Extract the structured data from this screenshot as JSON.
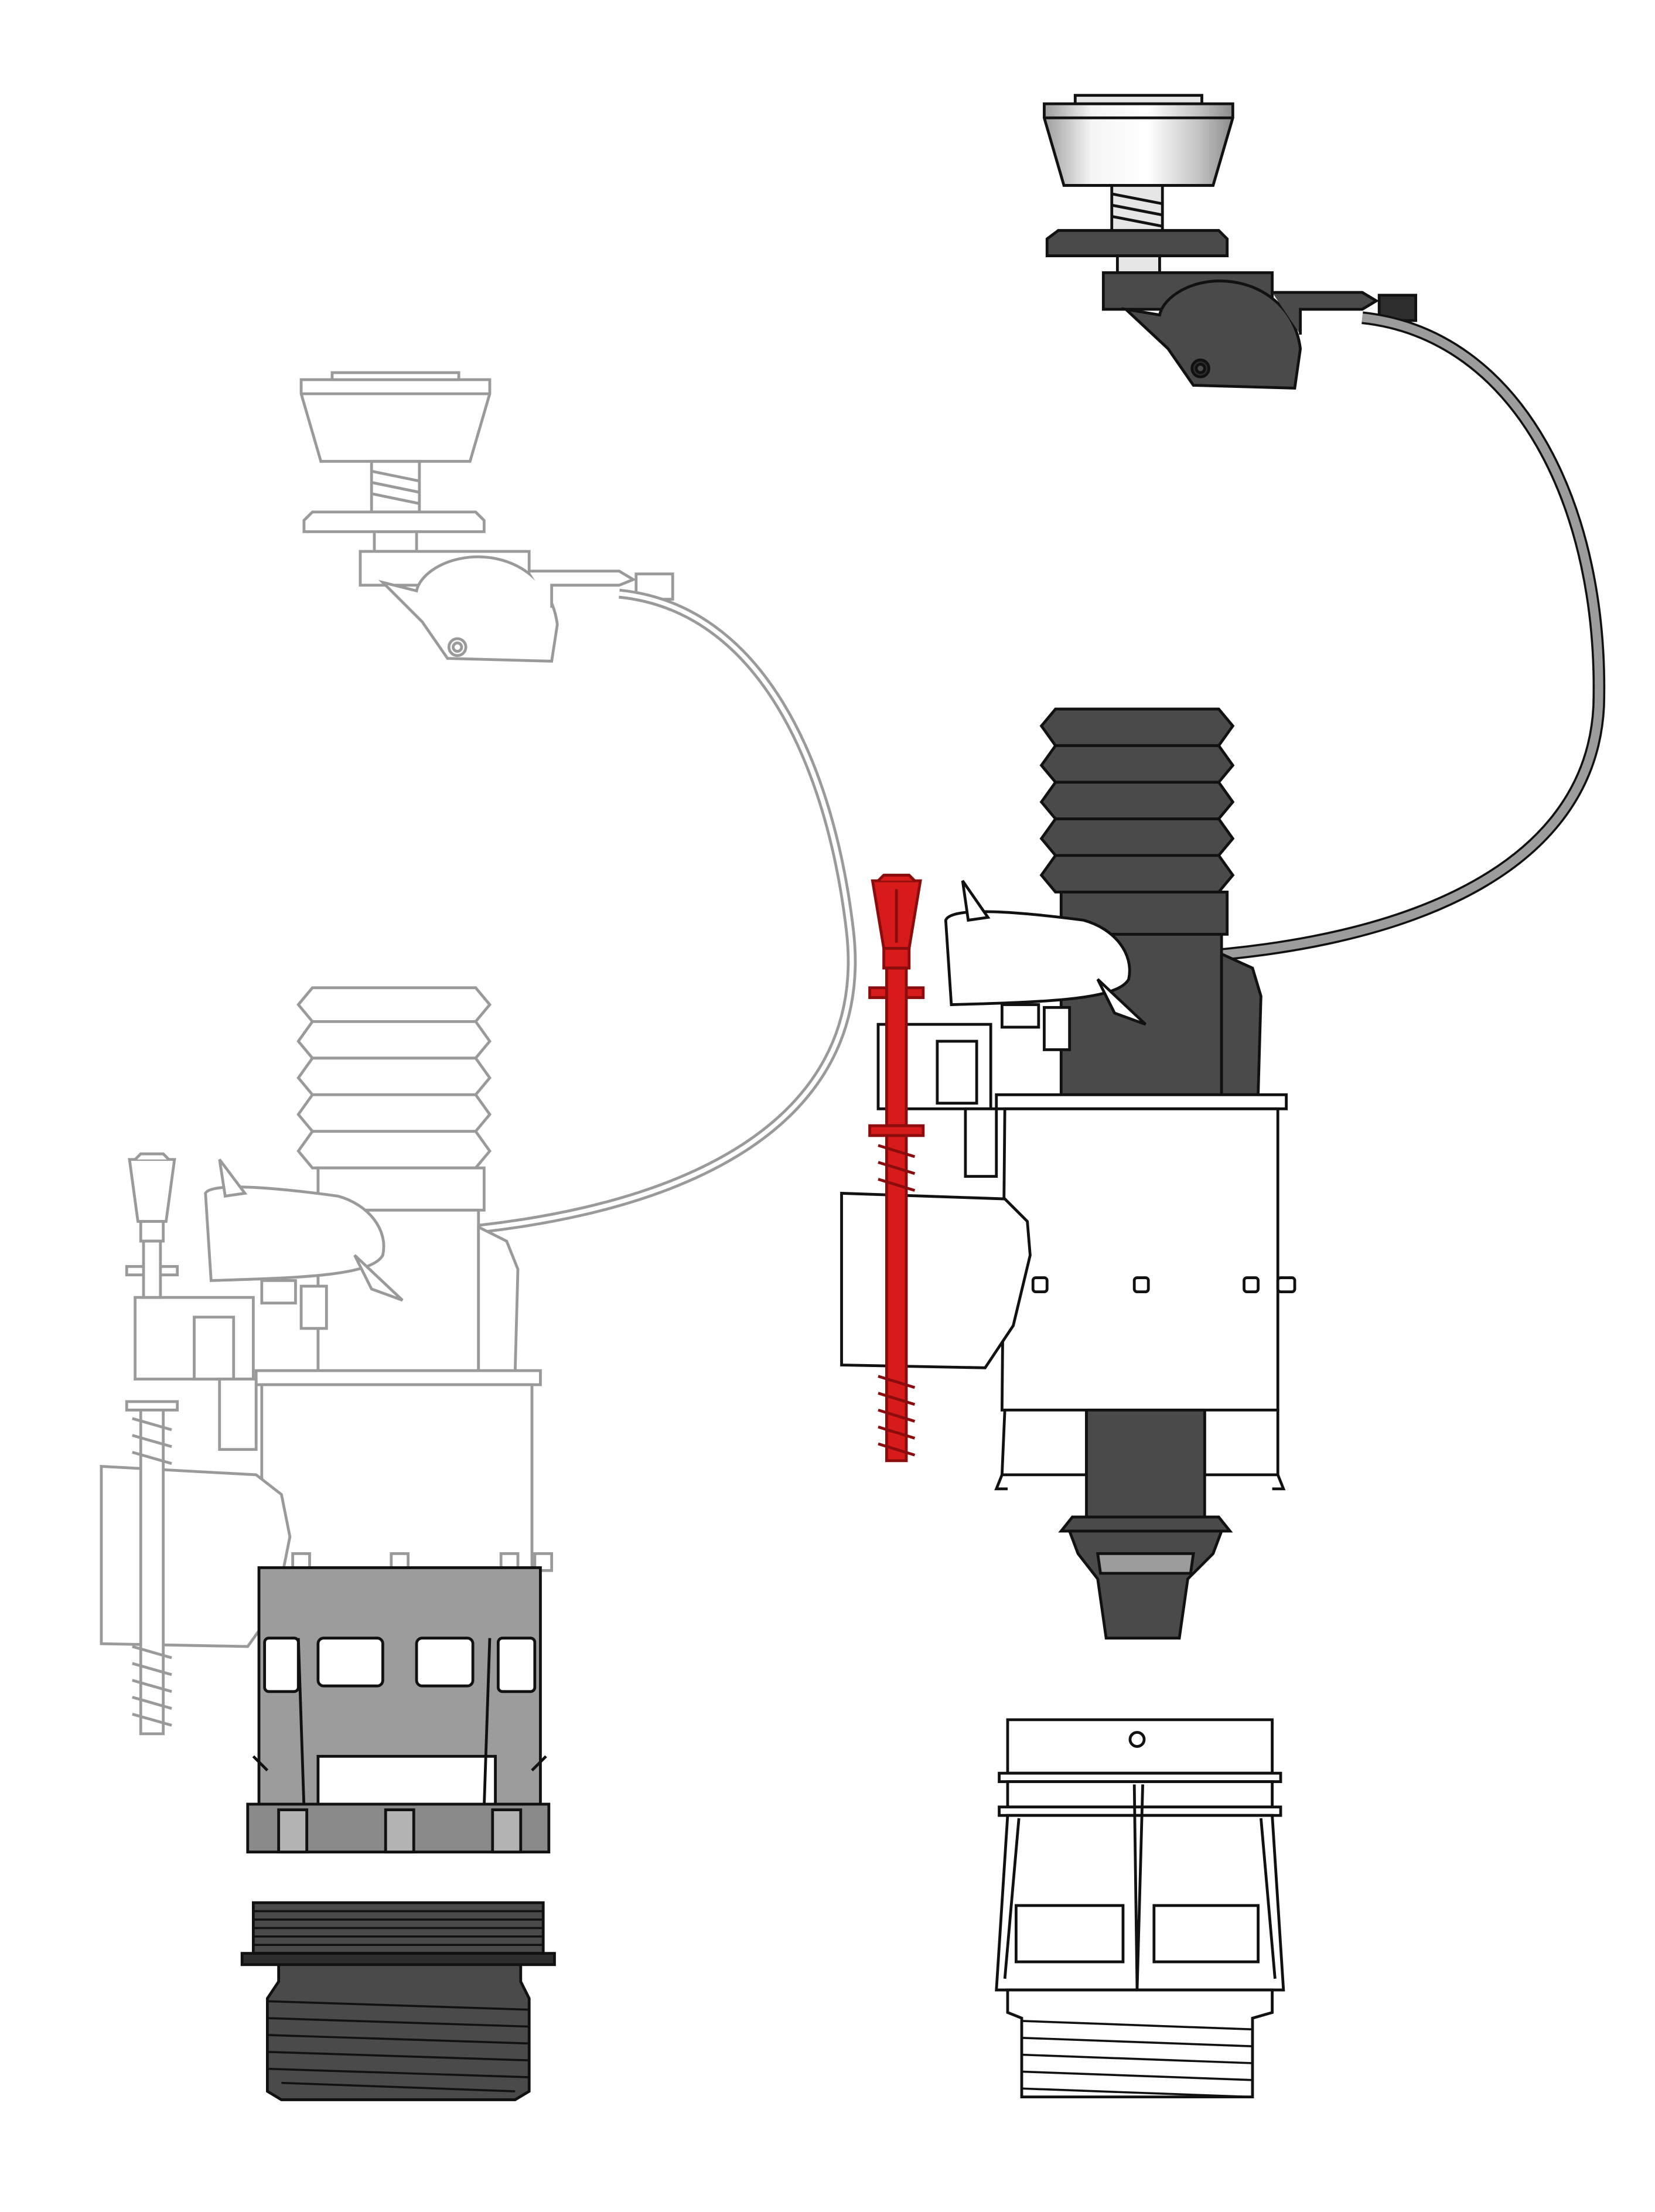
{
  "diagram": {
    "description_visible_text": "",
    "assemblies": [
      {
        "id": "left-assembly",
        "style": "faded-outline"
      },
      {
        "id": "right-assembly",
        "style": "filled"
      }
    ]
  },
  "colors": {
    "background": "#ffffff",
    "outline": "#111111",
    "faded": "#9a9a9a",
    "dark": "#4a4a4a",
    "darker": "#2e2e2e",
    "mid": "#8a8a8a",
    "light": "#9c9c9c",
    "accent": "#d71a1a",
    "accentDark": "#8a0c0c",
    "chrome": "#e6e6e6"
  }
}
